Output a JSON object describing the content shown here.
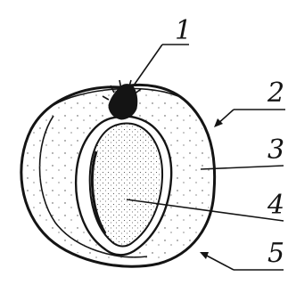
{
  "figure": {
    "labels": [
      {
        "id": "1",
        "text": "1"
      },
      {
        "id": "2",
        "text": "2"
      },
      {
        "id": "3",
        "text": "3"
      },
      {
        "id": "4",
        "text": "4"
      },
      {
        "id": "5",
        "text": "5"
      }
    ]
  }
}
